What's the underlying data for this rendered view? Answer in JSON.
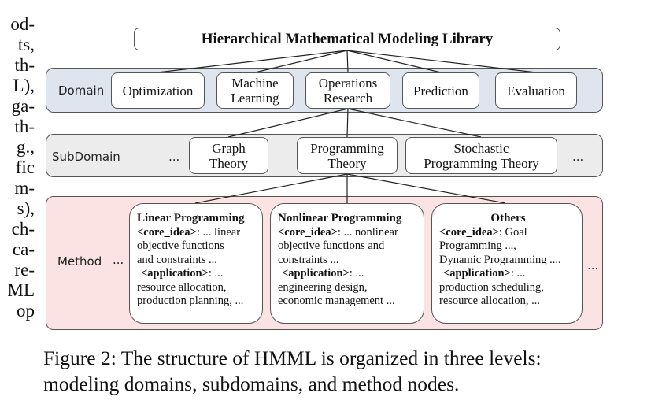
{
  "left_text": [
    "od-",
    "ts,",
    "th-",
    "L),",
    "ga-",
    "th-",
    "g.,",
    "fic",
    "m-",
    "s),",
    "ch-",
    "ca-",
    "re-",
    "ML",
    "op"
  ],
  "root": "Hierarchical Mathematical Modeling Library",
  "domain": {
    "label": "Domain",
    "nodes": [
      {
        "lines": [
          "Optimization"
        ]
      },
      {
        "lines": [
          "Machine",
          "Learning"
        ]
      },
      {
        "lines": [
          "Operations",
          "Research"
        ]
      },
      {
        "lines": [
          "Prediction"
        ]
      },
      {
        "lines": [
          "Evaluation"
        ]
      }
    ]
  },
  "subdomain": {
    "label": "SubDomain",
    "left_ellipsis": "...",
    "right_ellipsis": "...",
    "nodes": [
      {
        "lines": [
          "Graph",
          "Theory"
        ]
      },
      {
        "lines": [
          "Programming",
          "Theory"
        ]
      },
      {
        "lines": [
          "Stochastic",
          "Programming Theory"
        ]
      }
    ]
  },
  "method": {
    "label": "Method",
    "left_ellipsis": "...",
    "right_ellipsis": "...",
    "boxes": [
      {
        "title": "Linear Programming",
        "core_tag": "<core_idea>",
        "core_lines": [
          ": ... linear",
          "objective functions",
          "and constraints ..."
        ],
        "app_tag": "<application>",
        "app_lines": [
          ": ...",
          "resource allocation,",
          "production planning, ..."
        ]
      },
      {
        "title": "Nonlinear Programming",
        "core_tag": "<core_idea>",
        "core_lines": [
          ": ... nonlinear",
          "objective functions and",
          "constraints ..."
        ],
        "app_tag": "<application>",
        "app_lines": [
          ": ...",
          "engineering design,",
          "economic management ..."
        ]
      },
      {
        "title": "Others",
        "core_tag": "<core_idea>",
        "core_lines": [
          ": Goal",
          "Programming ...,",
          "Dynamic Programming ...."
        ],
        "app_tag": "<application>",
        "app_lines": [
          ": ...",
          "production scheduling,",
          "resource allocation, ..."
        ]
      }
    ]
  },
  "caption": {
    "line1": "Figure 2: The structure of HMML is organized in three levels:",
    "line2": "modeling domains, subdomains, and method nodes."
  }
}
